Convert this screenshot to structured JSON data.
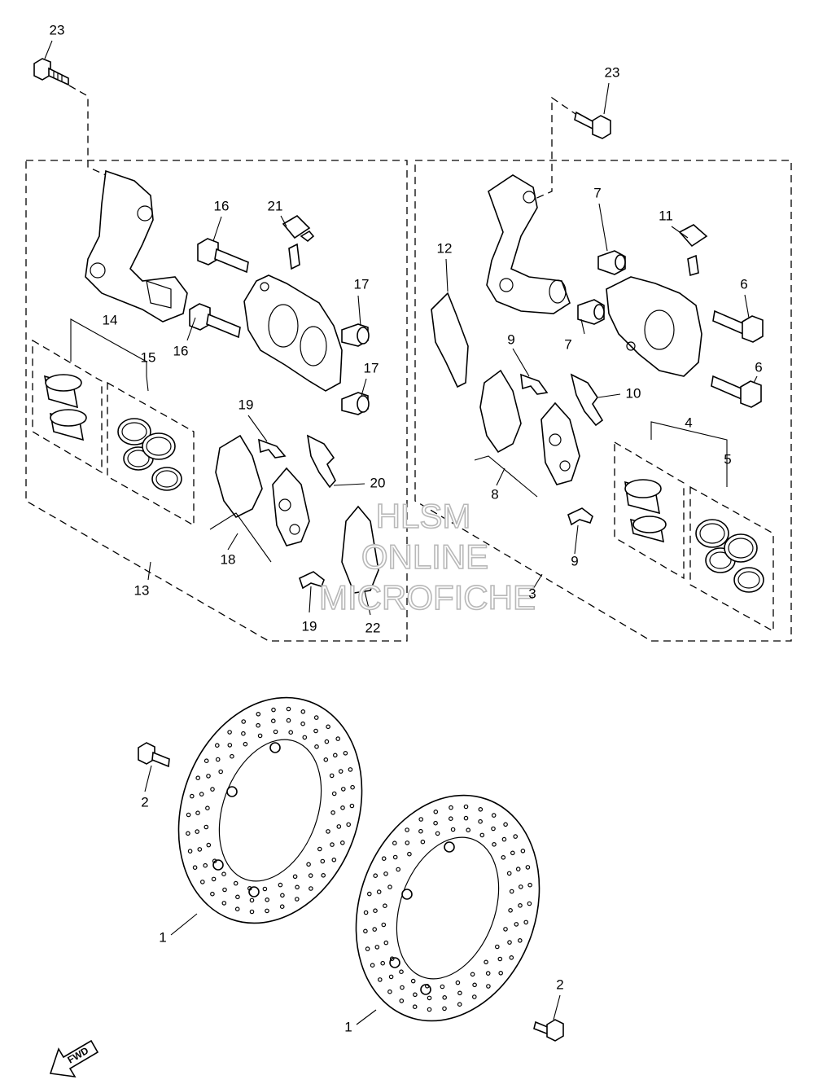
{
  "callouts": [
    {
      "id": "c23a",
      "text": "23"
    },
    {
      "id": "c23b",
      "text": "23"
    },
    {
      "id": "c16a",
      "text": "16"
    },
    {
      "id": "c16b",
      "text": "16"
    },
    {
      "id": "c21",
      "text": "21"
    },
    {
      "id": "c17a",
      "text": "17"
    },
    {
      "id": "c17b",
      "text": "17"
    },
    {
      "id": "c14",
      "text": "14"
    },
    {
      "id": "c15",
      "text": "15"
    },
    {
      "id": "c19a",
      "text": "19"
    },
    {
      "id": "c19b",
      "text": "19"
    },
    {
      "id": "c20",
      "text": "20"
    },
    {
      "id": "c18",
      "text": "18"
    },
    {
      "id": "c13",
      "text": "13"
    },
    {
      "id": "c22",
      "text": "22"
    },
    {
      "id": "c12",
      "text": "12"
    },
    {
      "id": "c7a",
      "text": "7"
    },
    {
      "id": "c7b",
      "text": "7"
    },
    {
      "id": "c11",
      "text": "11"
    },
    {
      "id": "c6a",
      "text": "6"
    },
    {
      "id": "c6b",
      "text": "6"
    },
    {
      "id": "c9a",
      "text": "9"
    },
    {
      "id": "c9b",
      "text": "9"
    },
    {
      "id": "c10",
      "text": "10"
    },
    {
      "id": "c4",
      "text": "4"
    },
    {
      "id": "c5",
      "text": "5"
    },
    {
      "id": "c8",
      "text": "8"
    },
    {
      "id": "c3",
      "text": "3"
    },
    {
      "id": "c2a",
      "text": "2"
    },
    {
      "id": "c2b",
      "text": "2"
    },
    {
      "id": "c1a",
      "text": "1"
    },
    {
      "id": "c1b",
      "text": "1"
    }
  ],
  "watermark": {
    "line1": "HLSM",
    "line2": "ONLINE",
    "line3": "MICROFICHE"
  },
  "fwd_label": "FWD",
  "colors": {
    "line": "#000000",
    "background": "#ffffff",
    "watermark": "#b8b8b8"
  }
}
